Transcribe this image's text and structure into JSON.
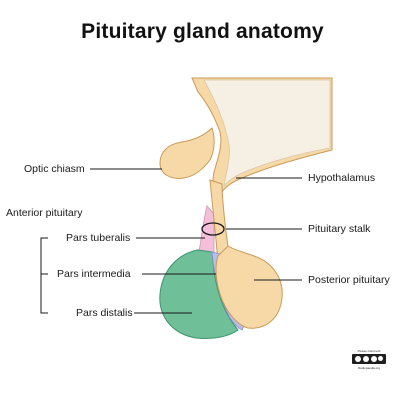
{
  "title": "Pituitary gland anatomy",
  "labels": {
    "optic_chiasm": "Optic chiasm",
    "anterior_pituitary": "Anterior pituitary",
    "pars_tuberalis": "Pars tuberalis",
    "pars_intermedia": "Pars intermedia",
    "pars_distalis": "Pars distalis",
    "hypothalamus": "Hypothalamus",
    "pituitary_stalk": "Pituitary stalk",
    "posterior_pituitary": "Posterior pituitary"
  },
  "credit": {
    "top_text": "Please cite/credit",
    "bottom_text": "Radiopaedia.org"
  },
  "colors": {
    "neural_tissue": "#f6d9a6",
    "neural_outline": "#c99a5b",
    "ventricle": "#f5efe4",
    "pars_tuberalis": "#f4bfd9",
    "pars_intermedia": "#b9bde8",
    "pars_distalis": "#6fbf98",
    "leader_lines": "#1a1a1a"
  },
  "icons": [
    "creative-commons-badge-icon"
  ]
}
